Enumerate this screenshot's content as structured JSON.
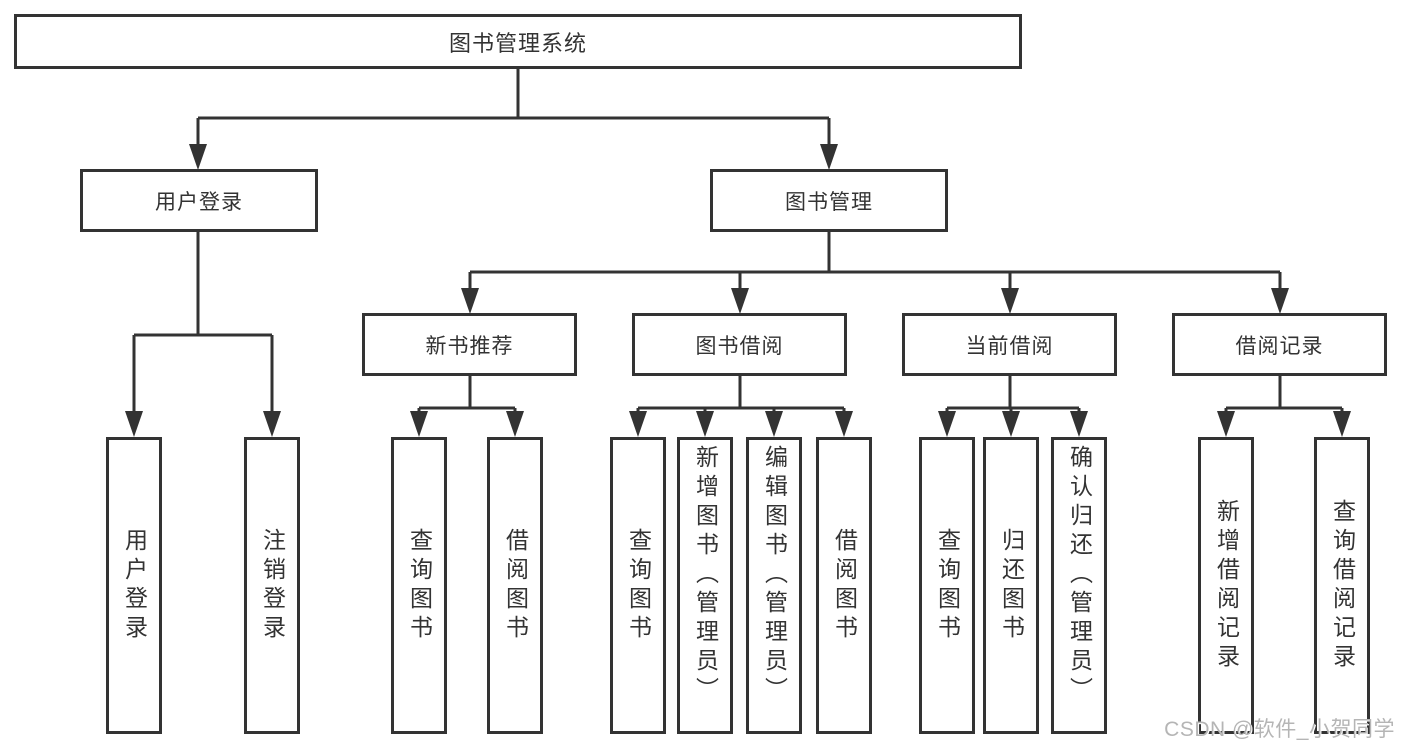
{
  "colors": {
    "line": "#333333",
    "box_border": "#333333",
    "text": "#333333",
    "background": "#ffffff",
    "watermark": "#b5b5b5"
  },
  "tree": {
    "root": {
      "label": "图书管理系统"
    },
    "branches": [
      {
        "label": "用户登录",
        "children": [
          {
            "label": "用户登录"
          },
          {
            "label": "注销登录"
          }
        ]
      },
      {
        "label": "图书管理",
        "children": [
          {
            "label": "新书推荐",
            "children": [
              {
                "label": "查询图书"
              },
              {
                "label": "借阅图书"
              }
            ]
          },
          {
            "label": "图书借阅",
            "children": [
              {
                "label": "查询图书"
              },
              {
                "label": "新增图书（管理员）"
              },
              {
                "label": "编辑图书（管理员）"
              },
              {
                "label": "借阅图书"
              }
            ]
          },
          {
            "label": "当前借阅",
            "children": [
              {
                "label": "查询图书"
              },
              {
                "label": "归还图书"
              },
              {
                "label": "确认归还（管理员）"
              }
            ]
          },
          {
            "label": "借阅记录",
            "children": [
              {
                "label": "新增借阅记录"
              },
              {
                "label": "查询借阅记录"
              }
            ]
          }
        ]
      }
    ]
  },
  "watermark": {
    "text": "CSDN @软件_小贺同学"
  }
}
